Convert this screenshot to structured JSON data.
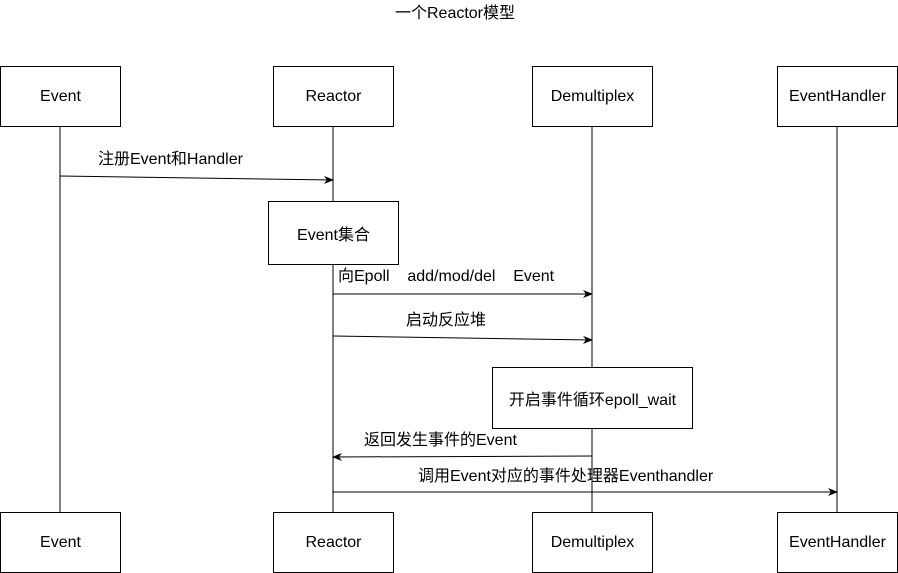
{
  "title": "一个Reactor模型",
  "participants": {
    "event": "Event",
    "reactor": "Reactor",
    "demux": "Demultiplex",
    "handler": "EventHandler"
  },
  "activations": {
    "event_set": "Event集合",
    "event_loop": "开启事件循环epoll_wait"
  },
  "messages": {
    "register": "注册Event和Handler",
    "epoll_ops": "向Epoll    add/mod/del    Event",
    "start_reactor": "启动反应堆",
    "return_events": "返回发生事件的Event",
    "call_handler": "调用Event对应的事件处理器Eventhandler"
  },
  "colors": {
    "stroke": "#000000",
    "background": "#ffffff"
  }
}
